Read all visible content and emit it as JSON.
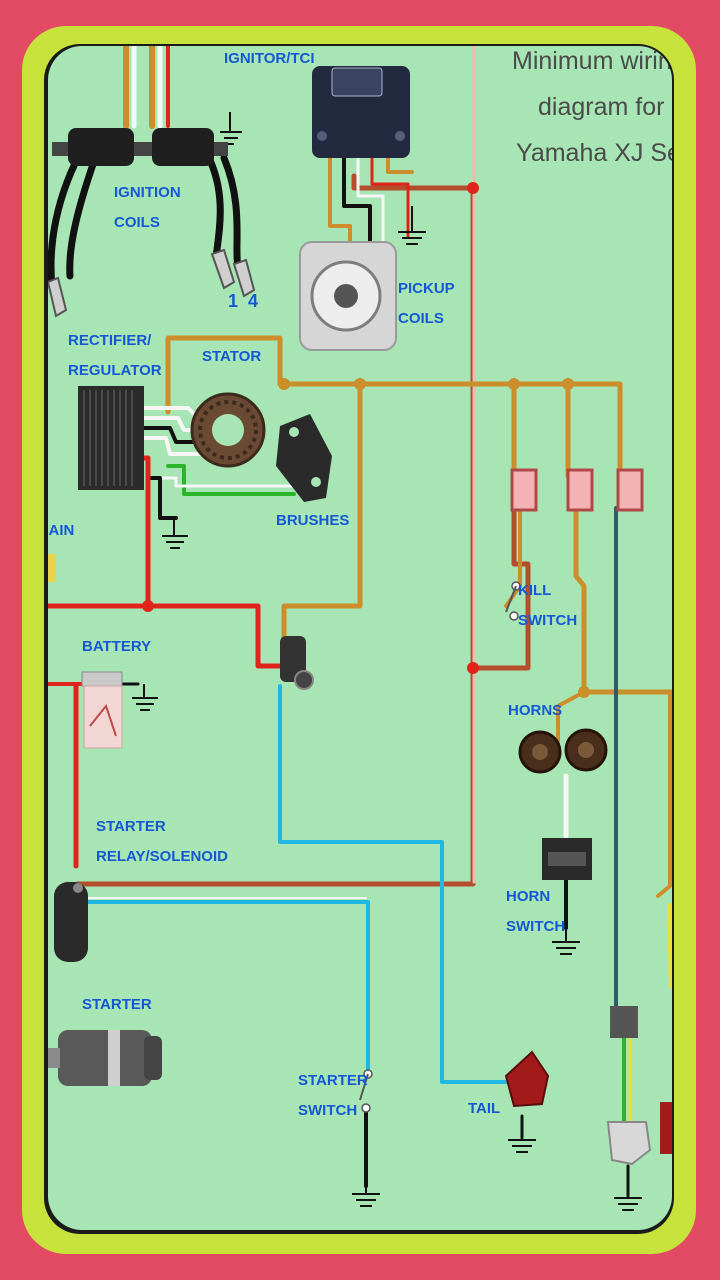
{
  "title": {
    "line1": "Minimum wiring",
    "line2": "diagram for",
    "line3": "Yamaha XJ Series"
  },
  "labels": {
    "ignitor": "IGNITOR/TCI",
    "ignition_coils": "IGNITION\nCOILS",
    "coil_numbers": "1  4",
    "pickup_coils": "PICKUP\nCOILS",
    "rectifier": "RECTIFIER/\nREGULATOR",
    "stator": "STATOR",
    "brushes": "BRUSHES",
    "main": "MAIN",
    "battery": "BATTERY",
    "kill_switch": "KILL\nSWITCH",
    "horns": "HORNS",
    "starter_relay": "STARTER\nRELAY/SOLENOID",
    "horn_switch": "HORN\nSWITCH",
    "starter": "STARTER",
    "starter_switch": "STARTER\nSWITCH",
    "tail": "TAIL"
  },
  "colors": {
    "frame_pink": "#e24a64",
    "frame_lime": "#c7e23a",
    "background": "#a7e6b4",
    "label_blue": "#1657d6",
    "wire_red": "#e0241b",
    "wire_orange": "#cc8e2a",
    "wire_brown": "#b44d2c",
    "wire_cyan": "#21b7e3",
    "wire_green": "#2bb52b",
    "wire_black": "#111111"
  }
}
